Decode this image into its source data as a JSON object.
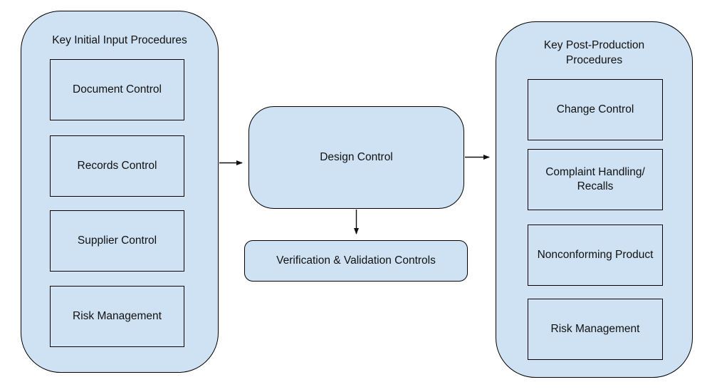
{
  "left_panel": {
    "title": "Key Initial Input Procedures",
    "items": [
      "Document Control",
      "Records Control",
      "Supplier Control",
      "Risk Management"
    ]
  },
  "center": {
    "design": "Design Control",
    "verification": "Verification & Validation Controls"
  },
  "right_panel": {
    "title": "Key Post-Production Procedures",
    "items": [
      "Change Control",
      "Complaint Handling/ Recalls",
      "Nonconforming Product",
      "Risk Management"
    ]
  },
  "colors": {
    "shape_fill": "#cfe2f3",
    "shape_border": "#000000",
    "text": "#111111",
    "arrow": "#111111",
    "background": "#ffffff"
  }
}
